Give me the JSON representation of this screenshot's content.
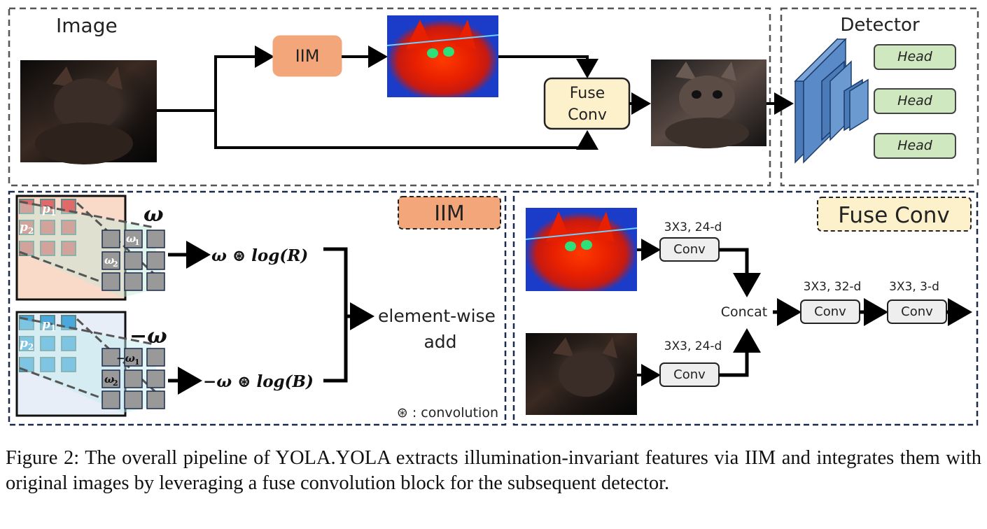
{
  "top": {
    "image_label": "Image",
    "iim_label": "IIM",
    "fuse_label_line1": "Fuse",
    "fuse_label_line2": "Conv",
    "detector_label": "Detector",
    "heads": [
      "Head",
      "Head",
      "Head"
    ]
  },
  "iim_panel": {
    "title": "IIM",
    "omega": "ω",
    "neg_omega": "−ω",
    "p1": "p",
    "p1_sub": "1",
    "p2": "p",
    "p2_sub": "2",
    "w1": "ω",
    "w1_sub": "1",
    "w2": "ω",
    "w2_sub": "2",
    "neg_w1": "−ω",
    "neg_w1_sub": "1",
    "neg_w2": "ω",
    "neg_w2_sub": "2",
    "expr_r": "ω ⊛ log(R)",
    "expr_b": "−ω ⊛ log(B)",
    "add_line1": "element-wise",
    "add_line2": "add",
    "legend": "⊛ : convolution"
  },
  "fuse_panel": {
    "title": "Fuse Conv",
    "conv_top_spec": "3X3, 24-d",
    "conv_bottom_spec": "3X3, 24-d",
    "concat": "Concat",
    "conv2_spec": "3X3, 32-d",
    "conv3_spec": "3X3, 3-d",
    "conv_label": "Conv"
  },
  "caption": "Figure 2: The overall pipeline of YOLA.YOLA extracts illumination-invariant features via IIM and integrates them with original images by leveraging a fuse convolution block for the subsequent detector.",
  "colors": {
    "iim_box": "#f2a679",
    "fuse_box": "#fdf1cc",
    "head_box": "#cfe8c0",
    "detector_blue": "#4a7ab8",
    "panel_border_dark": "#1a2a4a",
    "red_patch": "#e06a6a",
    "blue_patch": "#4aa8dc"
  }
}
